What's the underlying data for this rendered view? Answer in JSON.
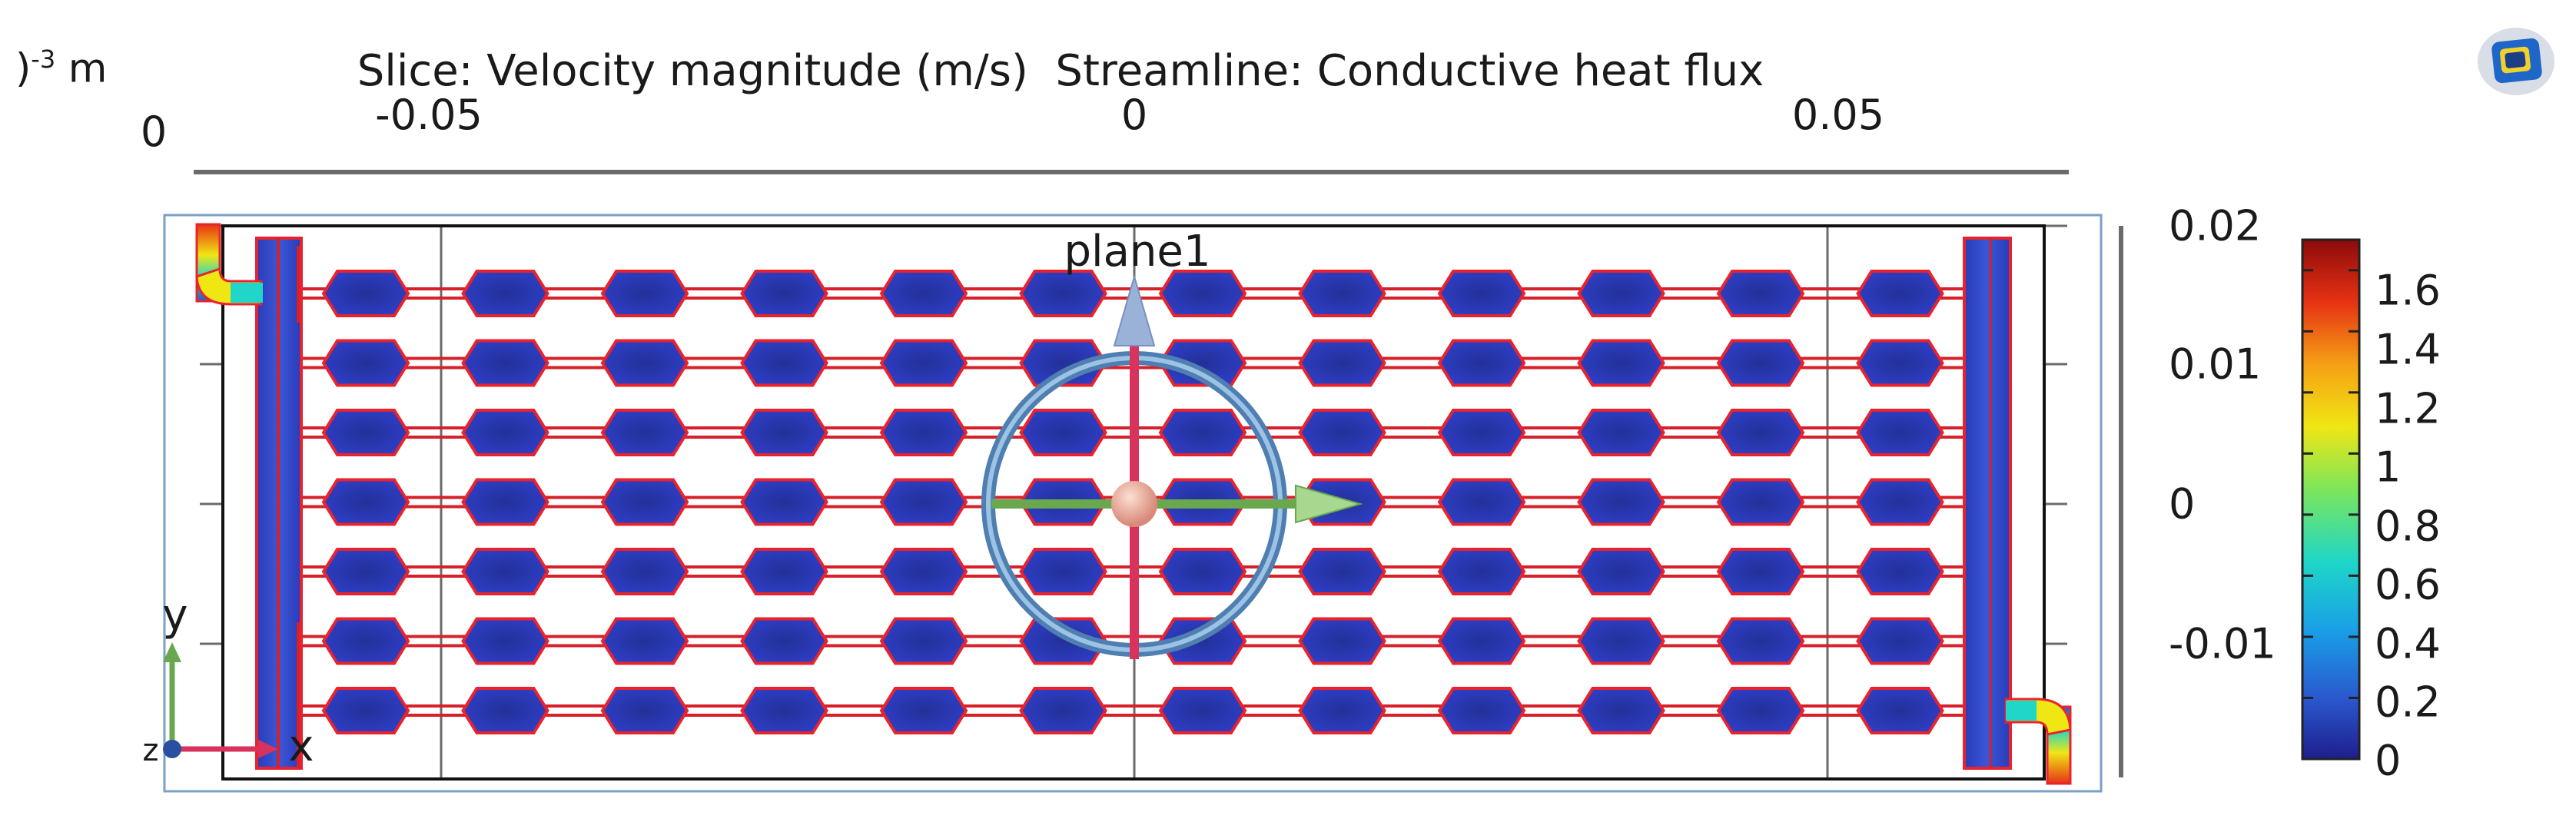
{
  "title": "Slice: Velocity magnitude (m/s)  Streamline: Conductive heat flux",
  "axis_units": {
    "prefix": ")",
    "exponent": "-3",
    "unit": "m"
  },
  "x_ticks": [
    "0",
    "-0.05",
    "0",
    "0.05"
  ],
  "y_ticks": [
    "0.02",
    "0.01",
    "0",
    "-0.01"
  ],
  "plane_label": "plane1",
  "triad": {
    "x": "x",
    "y": "y",
    "z": "z"
  },
  "colorbar": {
    "min": 0,
    "max": 1.7,
    "ticks": [
      "1.6",
      "1.4",
      "1.2",
      "1",
      "0.8",
      "0.6",
      "0.4",
      "0.2",
      "0"
    ],
    "colormap": [
      "#1e1e8c",
      "#2a5ad0",
      "#19a0e6",
      "#1fd6c8",
      "#7de65a",
      "#f0e614",
      "#f5a014",
      "#e63214",
      "#8c0a0a"
    ]
  },
  "colors": {
    "channel_fill": "#2633b8",
    "channel_edge": "#e8232e",
    "streamline": "#d6202a",
    "frame": "#111111",
    "grid": "#6b6b6b",
    "ring": "#5a8fc0",
    "arrow_y": "#9bb2d8",
    "arrow_x": "#6aa84f",
    "handle": "#d8335c"
  },
  "toolbar": {
    "logo_icon": "comsol-app-icon"
  }
}
